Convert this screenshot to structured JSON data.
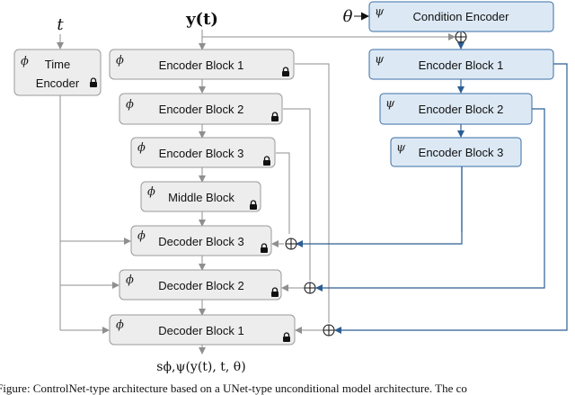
{
  "inputs": {
    "t": "t",
    "y": "y(t)",
    "theta": "θ"
  },
  "params": {
    "phi": "ϕ",
    "psi": "ψ"
  },
  "base_model": {
    "time_encoder": "Time Encoder",
    "encoder_1": "Encoder Block 1",
    "encoder_2": "Encoder Block 2",
    "encoder_3": "Encoder Block 3",
    "middle": "Middle Block",
    "decoder_3": "Decoder Block 3",
    "decoder_2": "Decoder Block 2",
    "decoder_1": "Decoder Block 1"
  },
  "control_branch": {
    "condition_encoder": "Condition Encoder",
    "encoder_1": "Encoder Block 1",
    "encoder_2": "Encoder Block 2",
    "encoder_3": "Encoder Block 3"
  },
  "output": {
    "score": "sϕ,ψ(y(t), t, θ)"
  },
  "icons": {
    "lock": "lock-icon",
    "sum": "sum-icon"
  },
  "colors": {
    "frozen_fill": "#ededed",
    "trainable_fill": "#dce9f5",
    "trainable_stroke": "#3a6ea5",
    "control_arrow": "#2c5d92",
    "base_arrow": "#8f8f8f"
  },
  "caption": "Figure: ControlNet-type architecture based on a UNet-type unconditional model architecture. The co"
}
